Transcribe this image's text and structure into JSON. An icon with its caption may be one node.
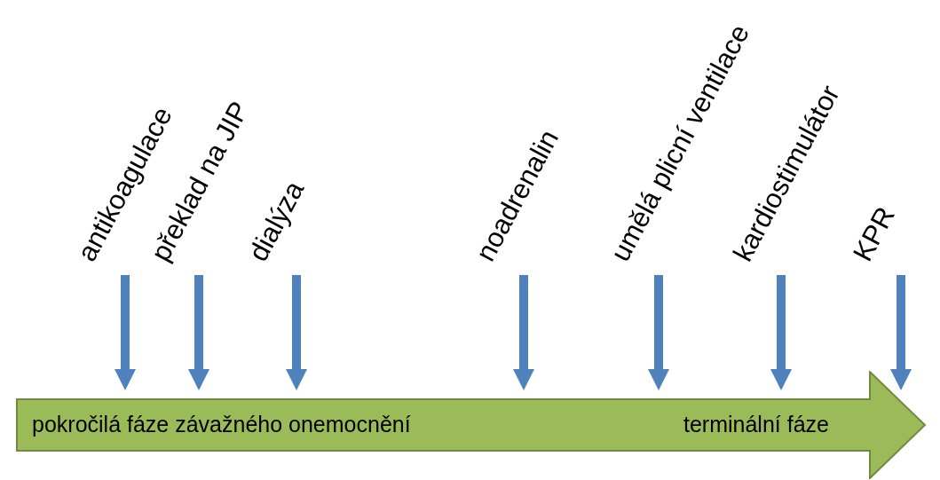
{
  "diagram": {
    "nodes": [
      {
        "text": [
          "pokročilá fáze závažného onemocnění",
          "terminální fáze"
        ]
      },
      {
        "text": [
          "antikoagulace"
        ]
      },
      {
        "text": [
          "překlad na JIP"
        ]
      },
      {
        "text": [
          "dialýza"
        ]
      },
      {
        "text": [
          "noadrenalin"
        ]
      },
      {
        "text": [
          "umělá plicní ventilace"
        ]
      },
      {
        "text": [
          "kardiostimulátor"
        ]
      },
      {
        "text": [
          "KPR"
        ]
      }
    ],
    "edges": [
      {
        "from": 1,
        "to": 0,
        "arrow": "to"
      },
      {
        "from": 2,
        "to": 0,
        "arrow": "to"
      },
      {
        "from": 3,
        "to": 0,
        "arrow": "to"
      },
      {
        "from": 4,
        "to": 0,
        "arrow": "to"
      },
      {
        "from": 5,
        "to": 0,
        "arrow": "to"
      },
      {
        "from": 6,
        "to": 0,
        "arrow": "to"
      },
      {
        "from": 7,
        "to": 0,
        "arrow": "to"
      }
    ]
  }
}
